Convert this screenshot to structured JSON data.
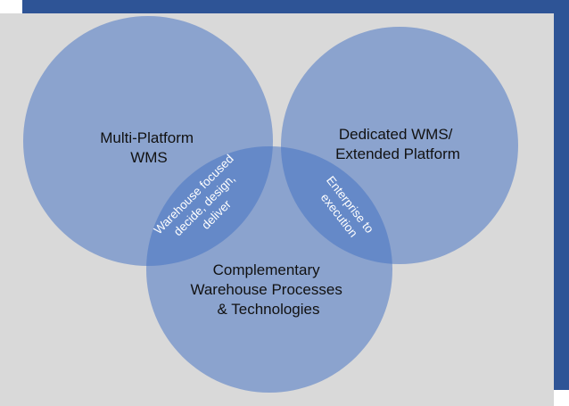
{
  "diagram": {
    "type": "venn",
    "colors": {
      "frame": "#2e5496",
      "panel": "#d9d9d9",
      "circle_fill": "#4472c4",
      "overlap_text": "#ffffff",
      "label_text": "#111111"
    },
    "circles": {
      "multi_platform": {
        "line1": "Multi-Platform",
        "line2": "WMS"
      },
      "dedicated": {
        "line1": "Dedicated WMS/",
        "line2": "Extended Platform"
      },
      "complementary": {
        "line1": "Complementary",
        "line2": "Warehouse Processes",
        "line3": "& Technologies"
      }
    },
    "overlaps": {
      "left": {
        "line1": "Warehouse focused",
        "line2": "decide, design,",
        "line3": "deliver"
      },
      "right": {
        "line1": "Enterprise to",
        "line2": "execution"
      }
    }
  }
}
